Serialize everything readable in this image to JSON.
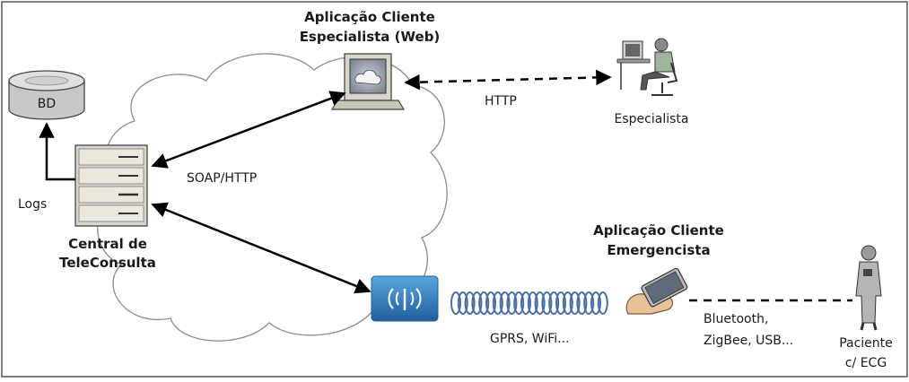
{
  "nodes": {
    "database": "BD",
    "server_line1": "Central de",
    "server_line2": "TeleConsulta",
    "web_client_line1": "Aplicação Cliente",
    "web_client_line2": "Especialista (Web)",
    "specialist": "Especialista",
    "emergency_client_line1": "Aplicação Cliente",
    "emergency_client_line2": "Emergencista",
    "patient_line1": "Paciente",
    "patient_line2": "c/ ECG"
  },
  "edges": {
    "logs": "Logs",
    "soap": "SOAP/HTTP",
    "http": "HTTP",
    "wireless": "GPRS, WiFi...",
    "local_line1": "Bluetooth,",
    "local_line2": "ZigBee, USB..."
  },
  "colors": {
    "cloud_stroke": "#8c8c8c",
    "device_blue": "#2f7fc0",
    "coil": "#4a6fa5",
    "server_fill": "#d9d6cc",
    "db_fill": "#c8c8c8"
  }
}
